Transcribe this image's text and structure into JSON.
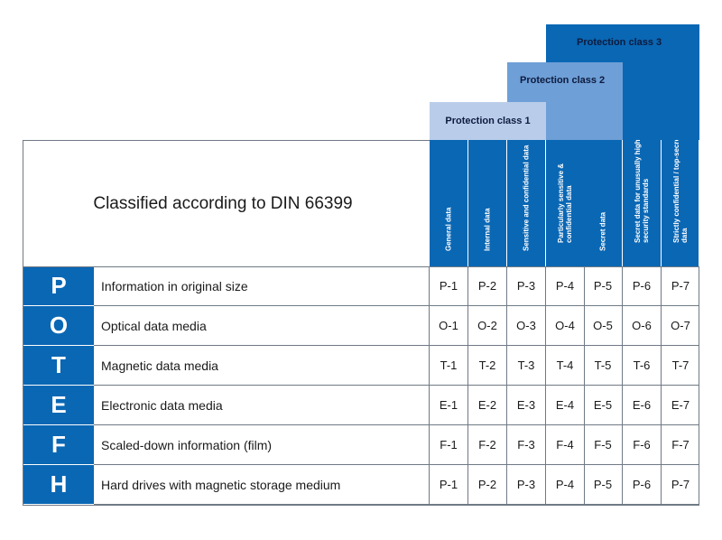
{
  "protection_classes": [
    "Protection class 1",
    "Protection class 2",
    "Protection class 3"
  ],
  "title": "Classified according to DIN 66399",
  "levels": [
    "General data",
    "Internal data",
    "Sensitive and confidential data",
    "Particularly sensitive & confidential data",
    "Secret data",
    "Secret data for unusually high security standards",
    "Strictly confidential / top-secret data"
  ],
  "rows": [
    {
      "letter": "P",
      "label": "Information in original size",
      "cells": [
        "P-1",
        "P-2",
        "P-3",
        "P-4",
        "P-5",
        "P-6",
        "P-7"
      ]
    },
    {
      "letter": "O",
      "label": "Optical data media",
      "cells": [
        "O-1",
        "O-2",
        "O-3",
        "O-4",
        "O-5",
        "O-6",
        "O-7"
      ]
    },
    {
      "letter": "T",
      "label": "Magnetic data media",
      "cells": [
        "T-1",
        "T-2",
        "T-3",
        "T-4",
        "T-5",
        "T-6",
        "T-7"
      ]
    },
    {
      "letter": "E",
      "label": "Electronic data media",
      "cells": [
        "E-1",
        "E-2",
        "E-3",
        "E-4",
        "E-5",
        "E-6",
        "E-7"
      ]
    },
    {
      "letter": "F",
      "label": "Scaled-down information (film)",
      "cells": [
        "F-1",
        "F-2",
        "F-3",
        "F-4",
        "F-5",
        "F-6",
        "F-7"
      ]
    },
    {
      "letter": "H",
      "label": "Hard drives with magnetic storage medium",
      "cells": [
        "P-1",
        "P-2",
        "P-3",
        "P-4",
        "P-5",
        "P-6",
        "P-7"
      ]
    }
  ]
}
